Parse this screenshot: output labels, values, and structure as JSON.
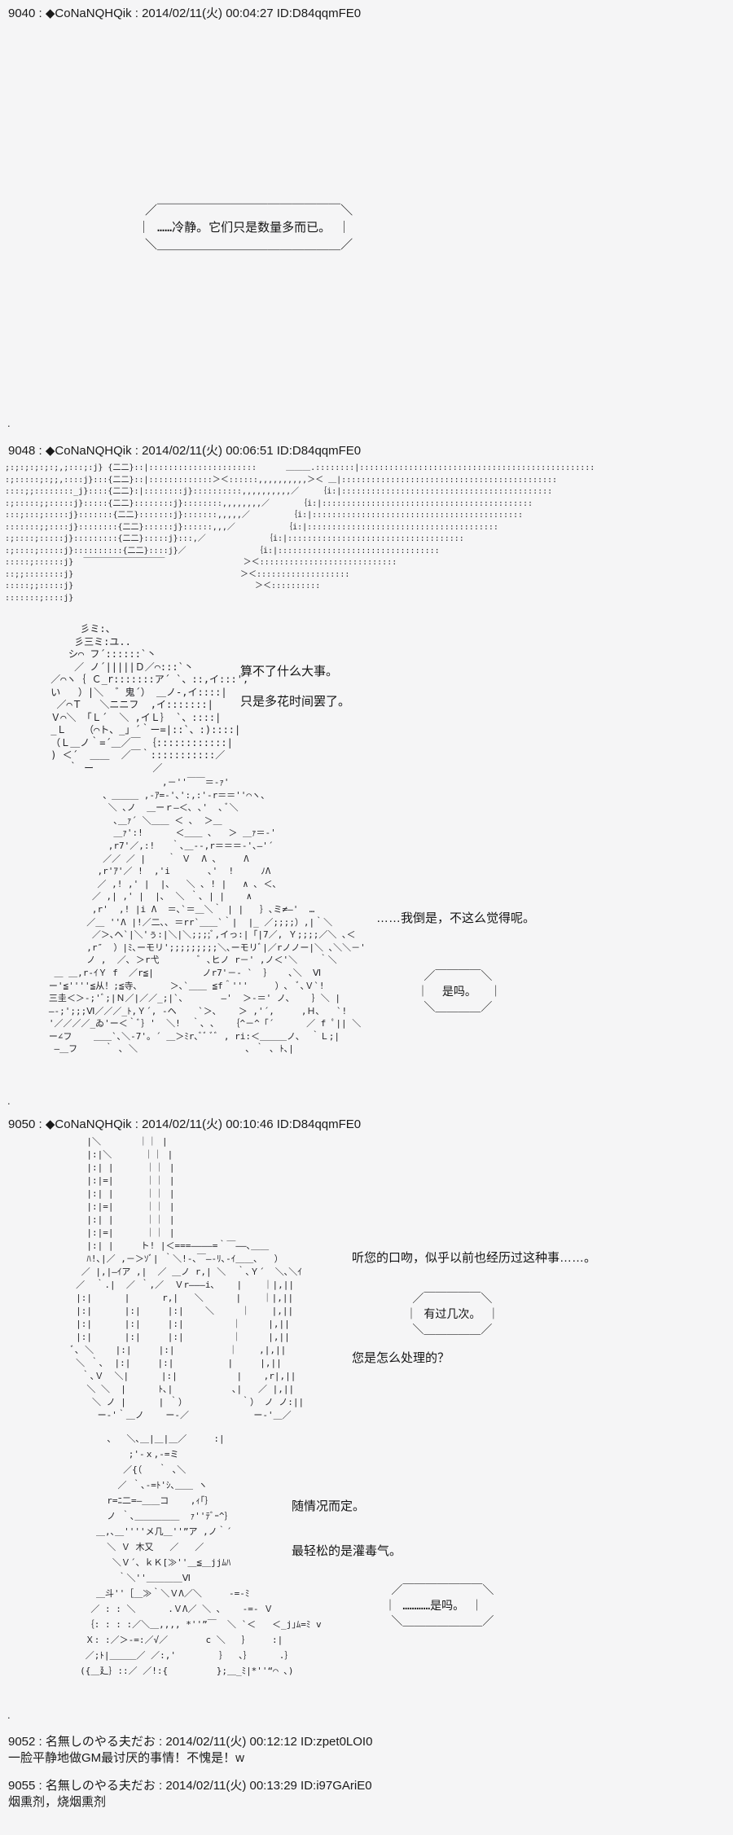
{
  "page": {
    "bg_color": "#f5f5f6",
    "text_color": "#1e1e1e"
  },
  "separators": {
    "dot1": ".",
    "dot2": ".",
    "dot3": "."
  },
  "p9040": {
    "header": "9040 : ◆CoNaNQHQik : 2014/02/11(火) 00:04:27 ID:D84qqmFE0",
    "number": "9040",
    "name": "◆CoNaNQHQik",
    "datetime": "2014/02/11(火) 00:04:27",
    "uid": "ID:D84qqmFE0",
    "bubble": "  ／￣￣￣￣￣￣￣￣￣￣￣￣￣￣￣＼\n ｜ ……冷静。它们只是数量多而已。 ｜\n  ＼＿＿＿＿＿＿＿＿＿＿＿＿＿＿＿／",
    "bubble_text": "……冷静。它们只是数量多而已。"
  },
  "p9048": {
    "header": "9048 : ◆CoNaNQHQik : 2014/02/11(火) 00:06:51 ID:D84qqmFE0",
    "number": "9048",
    "name": "◆CoNaNQHQik",
    "datetime": "2014/02/11(火) 00:06:51",
    "uid": "ID:D84qqmFE0",
    "aa_bg": ";:;:;:;:;:;,;:::;:j} {二二}::|::::::::::::::::::::::      ＿＿＿.::::::::|::::::::::::::::::::::::::::::::::::::::::::::::\n:;:::::;:;;,::::j}:::{二二}::|:::::::::::::＞＜::::::,,,,,,,,,,＞＜ ＿|::::::::::::::::::::::::::::::::::::::::::::\n::::;;::::::::_j}::::{二二}:|::::::::j}::::::::::,,,,,,,,,,／    ｛i:|:::::::::::::::::::::::::::::::::::::::::::\n:;:::::;;:::::j}:::::{二二}::::::::j}::::::::,,,,,,,,／      ｛i:|:::::::::::::::::::::::::::::::::::::::::::\n:::;:::;:::::j}:::::::{二二}:::::::j}:::::::,,,,,／        ｛i:|:::::::::::::::::::::::::::::::::::::::::::\n:::::::;;::::j}::::::::{二二}::::::j}::::::,,,／          ｛i:|:::::::::::::::::::::::::::::::::::::::\n:;::::;:::::j}:::::::::{二二}:::::j}:::,／            ｛i:|::::::::::::::::::::::::::::::::::::\n:;::::;:::::j}::::::::::{二二}::::j}／              ｛i:|:::::::::::::::::::::::::::::::::\n:::::;::::::j}  ￣￣￣￣￣￣￣￣￣￣                ＞＜::::::::::::::::::::::::::::\n::;;::::::::j}                                  ＞＜:::::::::::::::::::\n:::::;;:::::j}                                     ＞＜::::::::::\n:::::::;::::j}",
    "aa_oni": "      彡ミ:、\n     彡三ミ:ユ..\n    シ⌒ フ´::::::`丶\n     ／ ノ´|||||Ｄ／⌒:::`丶\n ／⌒ヽ｛ Ｃ_r:::::::ア´ `、::,イ:::',\n い   ）|＼  ゛鬼´） ＿ノ-,イ::::|\n  ／⌒Ｔ   ＼ニニフ  ,イ:::::::|\n Ｖ⌒＼ 「Ｌ´  ＼ ,イＬ｝ `、::::|\n _Ｌ   （⌒ト、_」´｀ー=|::`、:)::::|\n （Ｌ＿ノ｀=´＿／￣ ｛::::::::::::|\n ) ＜´  ＿＿  ／￣｀:::::::::::／\n    ｀ ー          ／",
    "dlg1": "算不了什么大事。",
    "dlg2": "只是多花时间罢了。",
    "aa_scene": "                        ,－''￣￣＝-ｧ'\n             、＿＿＿ ,-ｱ=-'､':,:'-r＝＝''⌒ヽ、\n              ＼ ､ノ  ＿ーｒ―＜､ ､'  ､ ﾞ＼\n               ､＿ｧ´ ＼＿＿ ＜ ､  ＞＿\n               ＿ｧ':!      ＜＿＿ ､   ＞ ＿ｧ＝-'\n              ,r7'／,:!   ｀､＿--,r＝＝＝-'､—'´\n             ／／ ／ |    ｀ Ｖ  Λ ､     Λ\n            ,r'ｱ'／ !  ,'i       ､'  !     ﾉΛ\n            ／ ,! ,' |  |､   ＼ ､ ! |   ∧ ､ ＜､\n           ／ ,| ,' |  |､  ＼ ｀､ | |    ∧\n           ,r'  ,! |i Λ  ＝､`＝＿＼｀ | |   ｝､ミ≠—'  …\n          ／＿ ''Λ |!／二､､ ＝rr`＿＿`｀|  |_ ／;;;;）,|｀＼\n           ／＞､ヘ`|＼'ぅ:|＼|＼;;;;ﾞ,イっ:|「|7／, Ｙ;;;;／＼ ､＜\n          ,r″  ）|ﾐ､ーモリ';;;;;;;;;＼､ーモリﾞ|／rノノー|＼ ､＼＼－'\n          ノ ,  ／､ ＞r弋       ﾞ ､ヒノ r－' ,ノ＜'＼    ｀＼\n    ＿ ＿,r-ｲＹ f  ／r≦|         ノr7'－- `  ｝   ､＼  Ⅵ\n   ー'≦''''≦从！;≦寺､      ＞､`＿＿ ≦f＾'''     ）､  ﾞ､Ｖ`!\n   三圭＜＞-;'ﾞ;|Ｎ／|／／_;|`､       ―'  ＞-＝' ノ､    ｝＼ |\n   ―-;';;;Ⅵ／／／_ﾄ,Ｙ´, -ヘ    `＞､    ＞ ,'´,     ,Ｈ､   `!\n   '／／／／_ゐ'ー＜｀ﾞ｝'  ＼!  ｀､ ､   ｛^－^「´      ／ f ﾟ|| ＼\n   ー∠フ    ＿＿`､＼-7'。´ ＿＞ﾐr､ﾞﾞ ﾞﾞ , ri:＜＿＿＿ノ､  ｀Ｌ;|\n    ―＿フ     ｀ ､ ＼                    ､ ｀ ､ ﾄ､|",
    "dlg3": "……我倒是，不这么觉得呢。",
    "bubble_yes": " ／￣￣￣￣＼\n｜  是吗。  ｜\n ＼＿＿＿＿／",
    "bubble_yes_text": "是吗。"
  },
  "p9050": {
    "header": "9050 : ◆CoNaNQHQik : 2014/02/11(火) 00:10:46 ID:D84qqmFE0",
    "number": "9050",
    "name": "◆CoNaNQHQik",
    "datetime": "2014/02/11(火) 00:10:46",
    "uid": "ID:D84qqmFE0",
    "aa_fig": "       |＼       ｜｜ |\n       |:|＼      ｜｜ |\n       |:| |      ｜｜ |\n       |:|=|      ｜｜ |\n       |:| |      ｜｜ |\n       |:|=|      ｜｜ |\n       |:| |      ｜｜ |\n       |:|=|      ｜｜ |\n       |:| |     ト! |＜===――――=｀￣――､＿＿\n       ﾊ!､|／ ,－＞ｿﾞ| ｀＼!-､￣―-ﾘ､-ｲ＿＿､   ）\n      ／ |,|—ｲア ,|  ／ ＿ノ r,| ＼  ｀､Ｙ´  ＼､＼ｲ\n     ／  ｀.|  ／ ｀,／  Ｖr———i､    |    ｜|,||\n     |:|      |      r,|   ＼      |    ｜|,||\n     |:|      |:|     |:|    ＼     ｜    |,||\n     |:|      |:|     |:|         ｜     |,||\n     |:|      |:|     |:|         ｜     |,||\n    ﾞ､ ＼    |:|     |:|          ｜    ,|,||\n     ＼ ｀､  |:|     |:|          |     |,||\n      ｀､Ｖ  ＼|      |:|           |    ,r|,||\n       ＼ ＼  |      ﾄ､|           ､|   ／ |,||\n        ＼ ノ |      | ｀）          ｀） ノ ノ:||\n         ー-'｀＿ノ    ー-／            ー-'＿／",
    "dlg1": "听您的口吻，似乎以前也经历过这种事……。",
    "bubble_few": " ／￣￣￣￣￣＼\n｜ 有过几次。 ｜\n ＼＿＿＿＿＿／",
    "bubble_few_text": "有过几次。",
    "dlg2": "您是怎么处理的？",
    "aa_sit": "          、  ＼､＿|＿|＿／     :|\n              ;'-ｘ,-=ミ\n             ／{（   ｀ ､＼\n            ／ ｀､-=ﾄ'ｼ､＿＿ ヽ\n          r=ﾆ二=―＿＿コ    ,ｨ｢｝\n          ノ ｀､＿＿＿＿＿  ｧ''ﾃﾞｰ^｝\n        ＿,､＿''''メ几＿''”ア ,ノ｀´\n          ＼ Ｖ 木又   ／   ／\n           ＼Ｖ´、ｋＫ[≫''＿≦＿jjﾑﾊ\n            ｀＼''＿＿＿＿Ⅵ\n        ＿斗''［＿≫｀＼ＶΛ／＼     -=-ﾐ\n       ／ : : ＼      .ＶΛ／ ＼ ､    -=- Ｖ\n      ｛: : : :／＼＿,,,, *''”￣  ＼ `＜   ＜_j｣ﾑ=ﾐ v\n      Ｘ: :／＞-=:／√／       c ＼   ｝    :|\n      ／;ﾄ|＿＿＿／ ／:,'        ｝  ､｝     .｝\n     ({＿廴｝::／ ／!:{         };＿_ﾐ|*''“⌒ ､)",
    "dlg3": "随情况而定。",
    "dlg4": "最轻松的是灌毒气。",
    "bubble_hmm": " ／￣￣￣￣￣￣￣＼\n｜ …………是吗。 ｜\n ＼＿＿＿＿＿＿＿／",
    "bubble_hmm_text": "…………是吗。"
  },
  "p9052": {
    "header": "9052 : 名無しのやる夫だお : 2014/02/11(火) 00:12:12 ID:zpet0LOI0",
    "number": "9052",
    "name": "名無しのやる夫だお",
    "datetime": "2014/02/11(火) 00:12:12",
    "uid": "ID:zpet0LOI0",
    "body": "一脸平静地做GM最讨厌的事情！不愧是！w"
  },
  "p9055": {
    "header": "9055 : 名無しのやる夫だお : 2014/02/11(火) 00:13:29 ID:i97GAriE0",
    "number": "9055",
    "name": "名無しのやる夫だお",
    "datetime": "2014/02/11(火) 00:13:29",
    "uid": "ID:i97GAriE0",
    "body": "烟熏剂，烧烟熏剂"
  }
}
